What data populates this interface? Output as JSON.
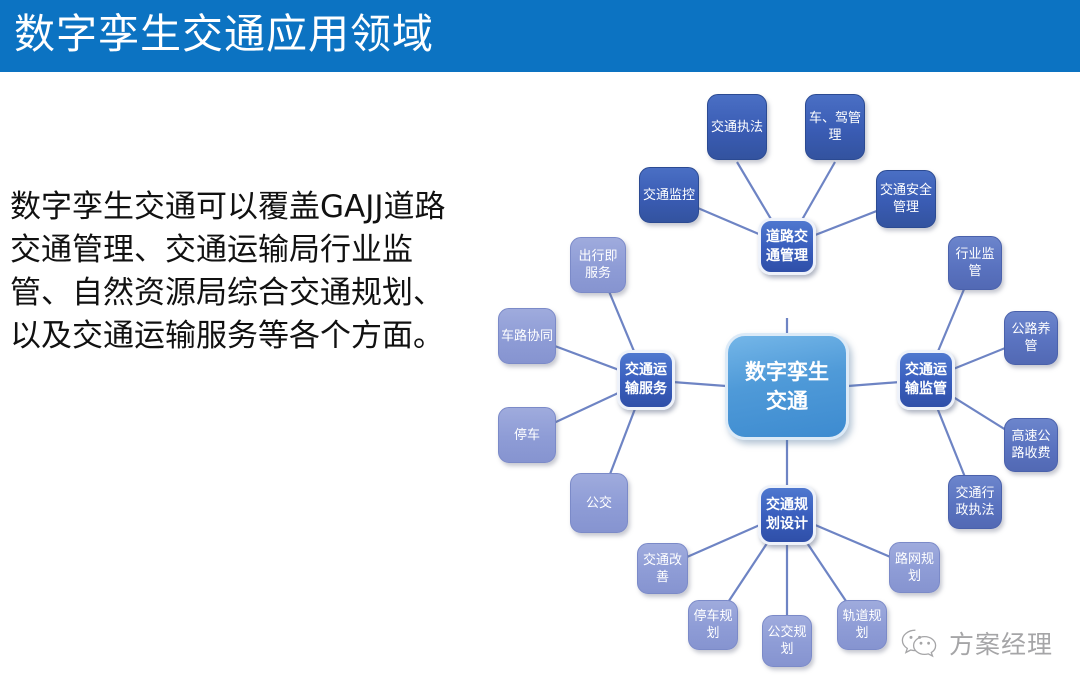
{
  "header": {
    "title": "数字孪生交通应用领域",
    "bar_color": "#0C73C2"
  },
  "body": {
    "paragraph": "数字孪生交通可以覆盖GAJJ道路交通管理、交通运输局行业监管、自然资源局综合交通规划、以及交通运输服务等各个方面。"
  },
  "diagram": {
    "center": {
      "label": "数字孪生\n交通",
      "line1": "数字孪生",
      "line2": "交通",
      "color": "#4F9AD8"
    },
    "hubs": [
      {
        "id": "road-traffic-management",
        "label": "道路交通管理",
        "color": "#3A5FBE"
      },
      {
        "id": "transport-supervision",
        "label": "交通运输监管",
        "color": "#3A5FBE"
      },
      {
        "id": "transport-service",
        "label": "交通运输服务",
        "color": "#3A5FBE"
      },
      {
        "id": "transport-planning-design",
        "label": "交通规划设计",
        "color": "#3A5FBE"
      }
    ],
    "leaves": [
      {
        "id": "traffic-monitoring",
        "label": "交通监控",
        "cluster": "road-traffic-management",
        "color": "#3A5CB4"
      },
      {
        "id": "traffic-enforcement",
        "label": "交通执法",
        "cluster": "road-traffic-management",
        "color": "#3A5CB4"
      },
      {
        "id": "vehicle-driver-management",
        "label": "车、驾管理",
        "cluster": "road-traffic-management",
        "color": "#3A5CB4"
      },
      {
        "id": "traffic-safety-management",
        "label": "交通安全管理",
        "cluster": "road-traffic-management",
        "color": "#3A5CB4"
      },
      {
        "id": "industry-supervision",
        "label": "行业监管",
        "cluster": "transport-supervision",
        "color": "#5A73C0"
      },
      {
        "id": "highway-maintenance",
        "label": "公路养管",
        "cluster": "transport-supervision",
        "color": "#5A73C0"
      },
      {
        "id": "expressway-tolling",
        "label": "高速公路收费",
        "cluster": "transport-supervision",
        "color": "#5A73C0"
      },
      {
        "id": "traffic-administrative-enforcement",
        "label": "交通行政执法",
        "cluster": "transport-supervision",
        "color": "#5A73C0"
      },
      {
        "id": "maas",
        "label": "出行即服务",
        "cluster": "transport-service",
        "color": "#8E9CD6"
      },
      {
        "id": "vehicle-road-cooperation",
        "label": "车路协同",
        "cluster": "transport-service",
        "color": "#8E9CD6"
      },
      {
        "id": "parking",
        "label": "停车",
        "cluster": "transport-service",
        "color": "#8E9CD6"
      },
      {
        "id": "public-transport",
        "label": "公交",
        "cluster": "transport-service",
        "color": "#8E9CD6"
      },
      {
        "id": "traffic-improvement",
        "label": "交通改善",
        "cluster": "transport-planning-design",
        "color": "#8E9CD6"
      },
      {
        "id": "parking-planning",
        "label": "停车规划",
        "cluster": "transport-planning-design",
        "color": "#8E9CD6"
      },
      {
        "id": "bus-planning",
        "label": "公交规划",
        "cluster": "transport-planning-design",
        "color": "#8E9CD6"
      },
      {
        "id": "rail-planning",
        "label": "轨道规划",
        "cluster": "transport-planning-design",
        "color": "#8E9CD6"
      },
      {
        "id": "road-network-planning",
        "label": "路网规划",
        "cluster": "transport-planning-design",
        "color": "#8E9CD6"
      }
    ],
    "edge_color": "#6E84C4"
  },
  "watermark": {
    "text": "方案经理",
    "icon": "wechat-icon"
  }
}
